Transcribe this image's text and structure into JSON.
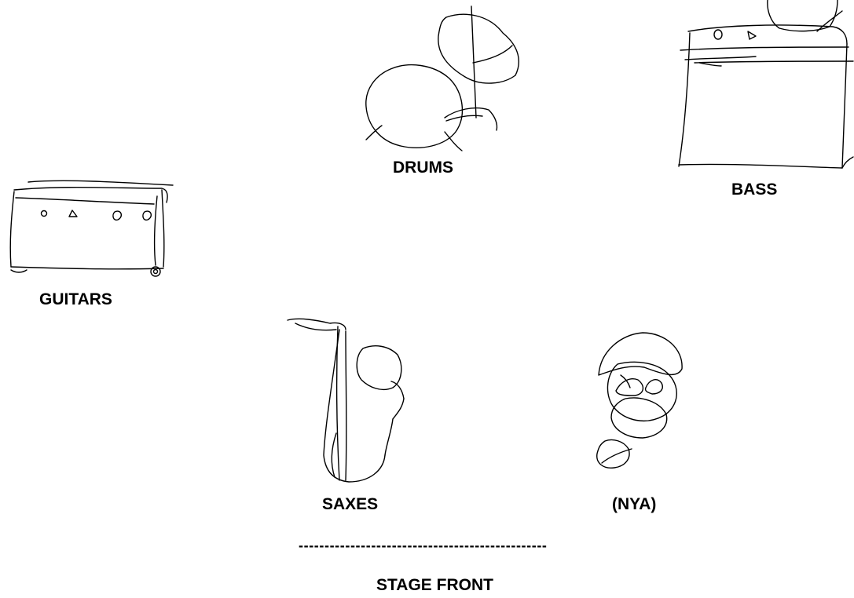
{
  "labels": {
    "drums": "DRUMS",
    "bass": "BASS",
    "guitars": "GUITARS",
    "saxes": "SAXES",
    "nya": "(NYA)",
    "stage_front": "STAGE FRONT",
    "divider": "------------------------------------------------"
  },
  "drawings": {
    "drums": "drum-kit-sketch",
    "bass": "bass-amp-sketch",
    "guitars": "guitar-amp-sketch",
    "saxes": "saxophone-sketch",
    "nya": "face-sketch"
  },
  "colors": {
    "ink": "#000000",
    "background": "#ffffff"
  }
}
